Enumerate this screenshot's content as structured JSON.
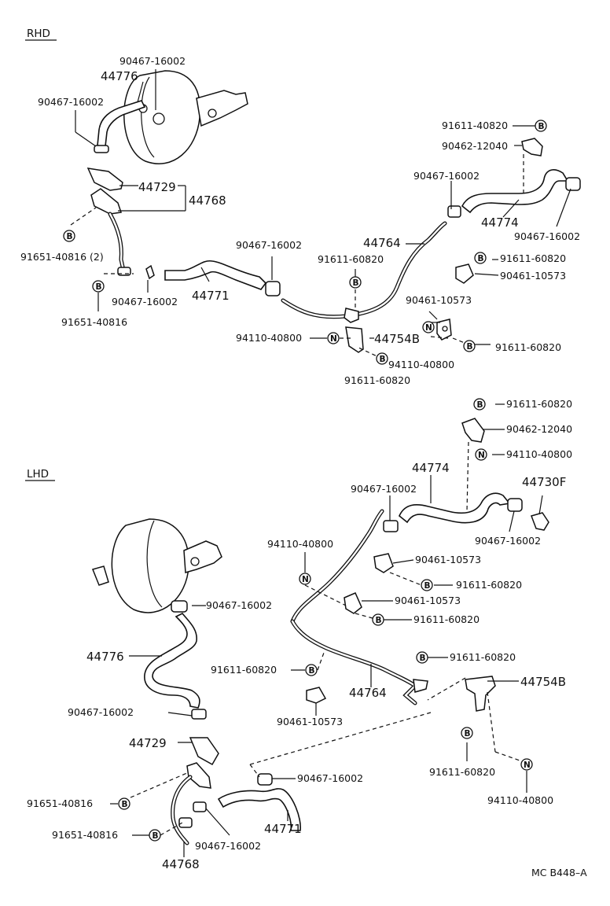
{
  "sections": {
    "rhd": "RHD",
    "lhd": "LHD"
  },
  "symbols": {
    "bolt": "B",
    "nut": "N"
  },
  "footer": {
    "code": "MC B448–A"
  },
  "rhd_labels": {
    "clamp_top": "90467-16002",
    "hose_44776": "44776",
    "clamp_left": "90467-16002",
    "bracket_44729": "44729",
    "union_44768": "44768",
    "bolt_91651_2": "91651-40816 (2)",
    "clamp_lower": "90467-16002",
    "bolt_91651": "91651-40816",
    "hose_44771": "44771",
    "clamp_mid": "90467-16002",
    "bolt_91611_a": "91611-60820",
    "pipe_44764": "44764",
    "nut_94110_a": "94110-40800",
    "bracket_44754b": "44754B",
    "nut_94110_b": "94110-40800",
    "bolt_91611_b": "91611-60820",
    "clamp_90461_a": "90461-10573",
    "bolt_91611_c": "91611-60820",
    "bolt_91611_top": "91611-40820",
    "clamp_90462": "90462-12040",
    "clamp_upper_right": "90467-16002",
    "hose_44774": "44774",
    "clamp_far_right": "90467-16002",
    "bolt_91611_d": "91611-60820",
    "clamp_90461_b": "90461-10573"
  },
  "lhd_labels": {
    "bolt_91611_top": "91611-60820",
    "clamp_90462": "90462-12040",
    "nut_94110_top": "94110-40800",
    "hose_44774": "44774",
    "valve_44730f": "44730F",
    "clamp_upper": "90467-16002",
    "clamp_right": "90467-16002",
    "nut_94110_mid": "94110-40800",
    "clamp_90461_a": "90461-10573",
    "bolt_91611_a": "91611-60820",
    "clamp_90461_b": "90461-10573",
    "bolt_91611_b": "91611-60820",
    "clamp_booster": "90467-16002",
    "hose_44776": "44776",
    "bolt_91611_c": "91611-60820",
    "bolt_91611_d": "91611-60820",
    "pipe_44764": "44764",
    "bracket_44754b": "44754B",
    "clamp_lower": "90467-16002",
    "clamp_90461_c": "90461-10573",
    "bracket_44729": "44729",
    "bolt_91611_e": "91611-60820",
    "nut_94110_bottom": "94110-40800",
    "clamp_44771": "90467-16002",
    "bolt_91651_a": "91651-40816",
    "bolt_91651_b": "91651-40816",
    "clamp_bottom": "90467-16002",
    "hose_44771": "44771",
    "union_44768": "44768"
  }
}
